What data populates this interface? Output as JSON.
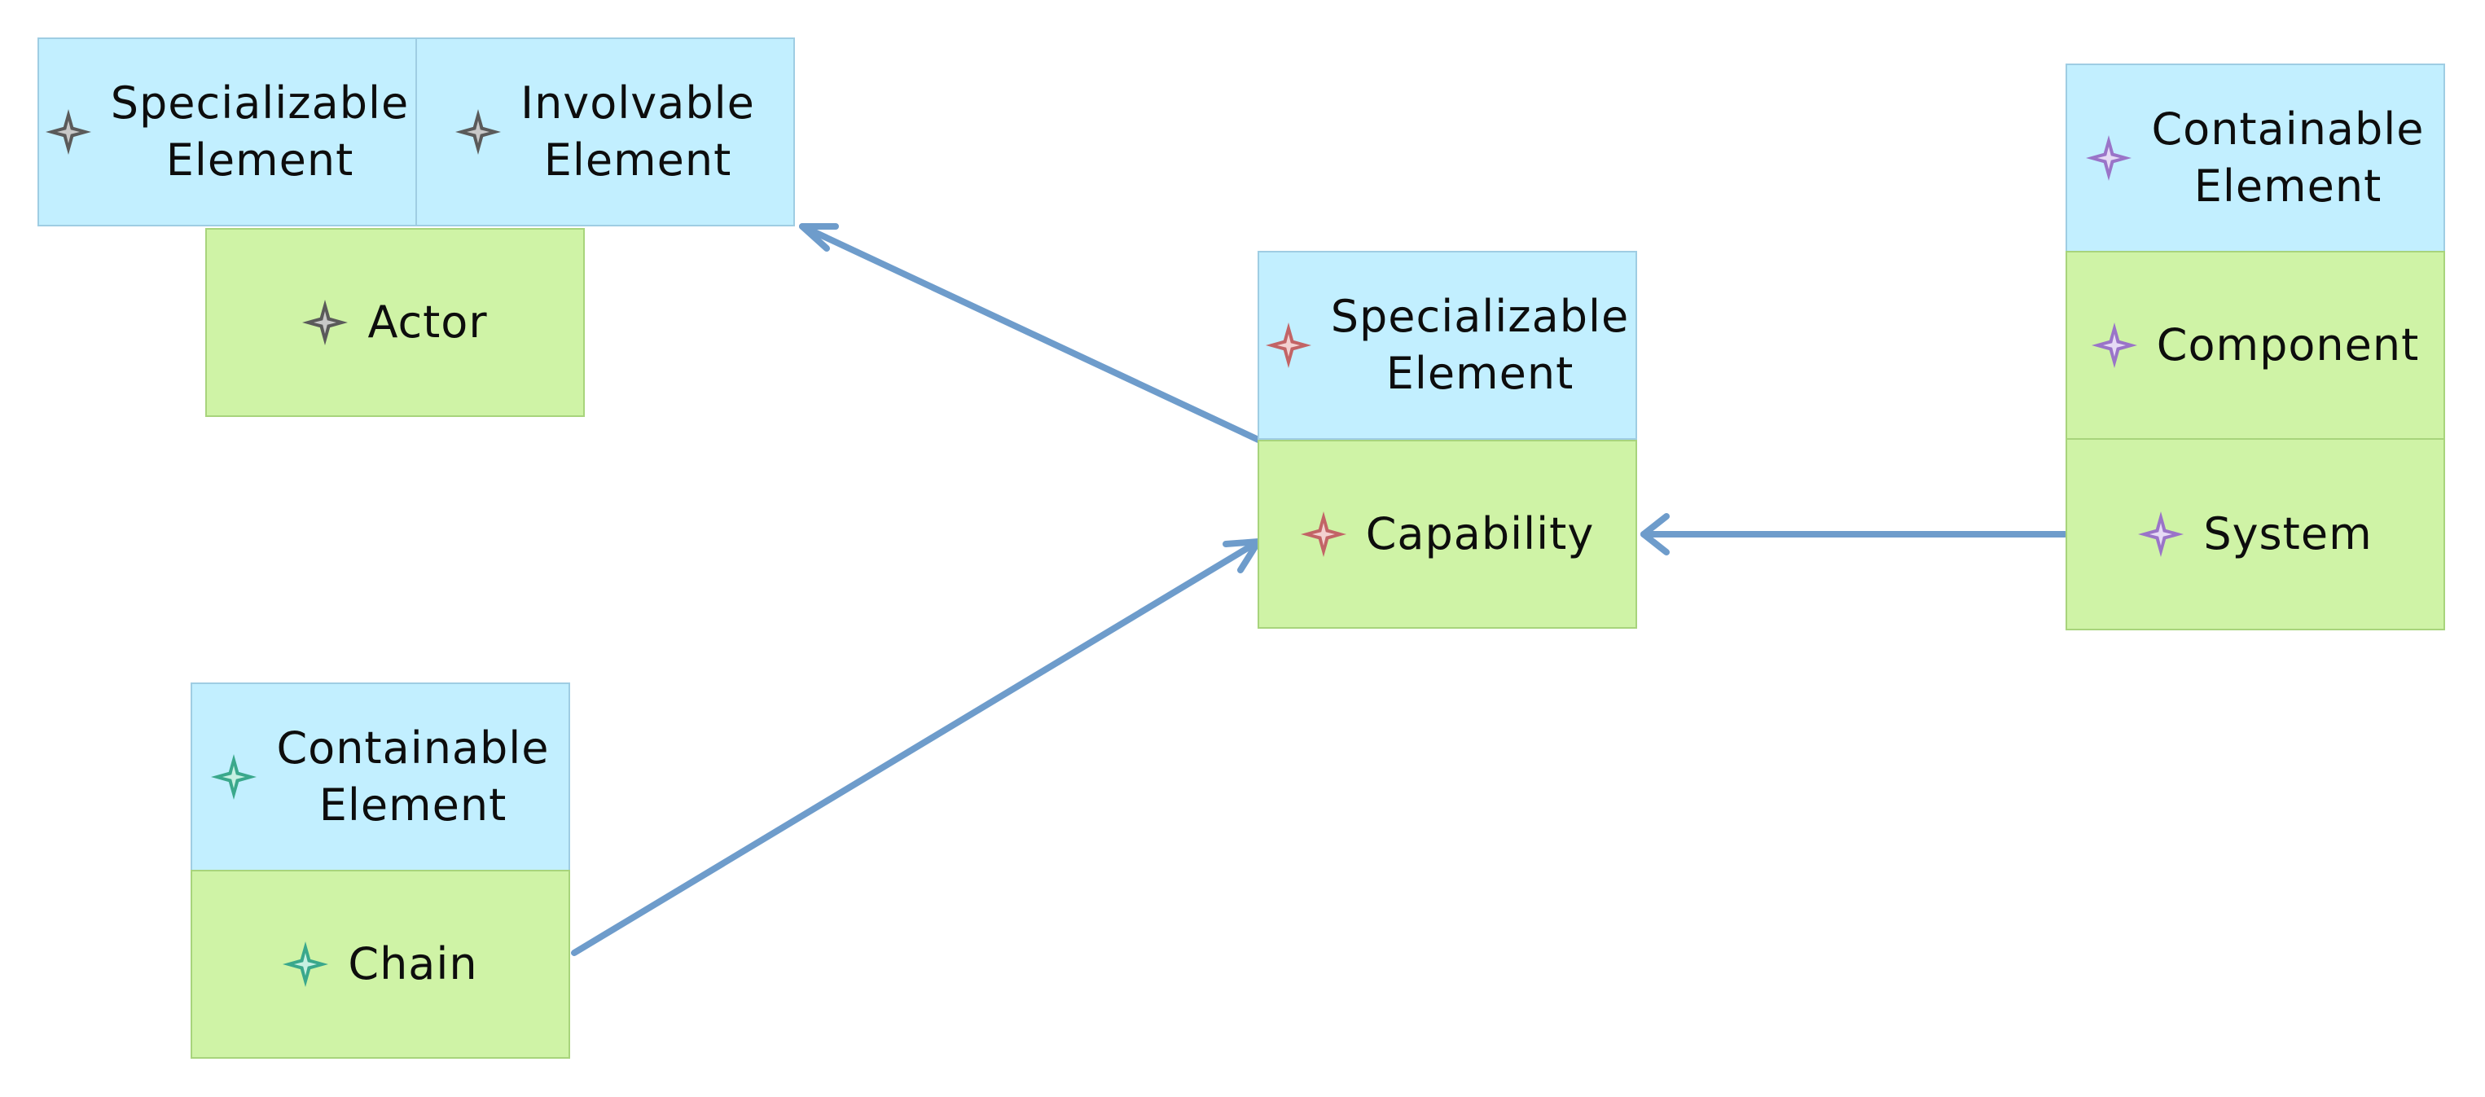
{
  "colors": {
    "supertype_fill": "#c2efff",
    "class_fill": "#cff3a6",
    "edge": "#6e9ccb",
    "icon_gray": "#5a5a5a",
    "icon_red": "#c26466",
    "icon_purple": "#9a74c8",
    "icon_teal": "#3aa88c"
  },
  "nodes": {
    "actor_specializable": {
      "label": "Specializable\nElement",
      "icon": "gray-star-icon"
    },
    "actor_involvable": {
      "label": "Involvable\nElement",
      "icon": "gray-star-icon"
    },
    "actor": {
      "label": "Actor",
      "icon": "gray-star-icon"
    },
    "capability_specializable": {
      "label": "Specializable\nElement",
      "icon": "red-star-icon"
    },
    "capability": {
      "label": "Capability",
      "icon": "red-star-icon"
    },
    "system_containable": {
      "label": "Containable\nElement",
      "icon": "purple-star-icon"
    },
    "component": {
      "label": "Component",
      "icon": "purple-star-icon"
    },
    "system": {
      "label": "System",
      "icon": "purple-star-icon"
    },
    "chain_containable": {
      "label": "Containable\nElement",
      "icon": "teal-star-icon"
    },
    "chain": {
      "label": "Chain",
      "icon": "teal-star-icon"
    }
  },
  "edges": [
    {
      "from": "capability",
      "to": "actor_involvable"
    },
    {
      "from": "chain",
      "to": "capability"
    },
    {
      "from": "system",
      "to": "capability"
    }
  ]
}
